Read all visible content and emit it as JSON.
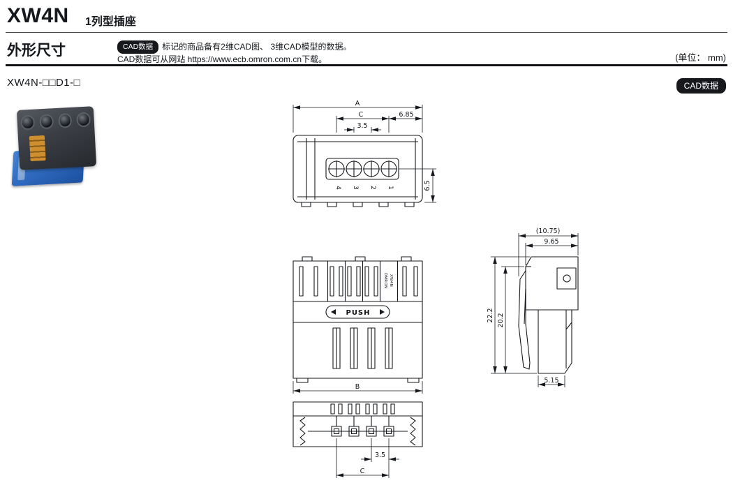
{
  "header": {
    "title": "XW4N",
    "subtitle": "1列型插座"
  },
  "section": {
    "title": "外形尺寸",
    "cad_badge": "CAD数据",
    "note_line1": "标记的商品备有2维CAD图、 3维CAD模型的数据。",
    "note_line2": "CAD数据可从网站 https://www.ecb.omron.com.cn下载。",
    "unit": "(单位： mm)"
  },
  "model": {
    "label": "XW4N-□□D1-□",
    "cad_badge": "CAD数据"
  },
  "colors": {
    "accent_blue": "#2f6bbf",
    "badge_black": "#16181c",
    "line_black": "#15181c"
  },
  "top_view": {
    "dims": {
      "A": "A",
      "C": "C",
      "pitch": "3.5",
      "right_offset": "6.85",
      "height": "6.5"
    },
    "terminals": [
      "4",
      "3",
      "2",
      "1"
    ]
  },
  "front_view": {
    "push_label": "PUSH",
    "marking_line1": "OMRON",
    "marking_line2": "XW4N",
    "dims": {
      "B": "B"
    }
  },
  "side_view": {
    "dims": {
      "overall_depth": "(10.75)",
      "depth": "9.65",
      "overall_height": "22.2",
      "inner_height": "20.2",
      "foot": "5.15"
    }
  },
  "bottom_view": {
    "dims": {
      "pitch": "3.5",
      "C": "C"
    }
  }
}
